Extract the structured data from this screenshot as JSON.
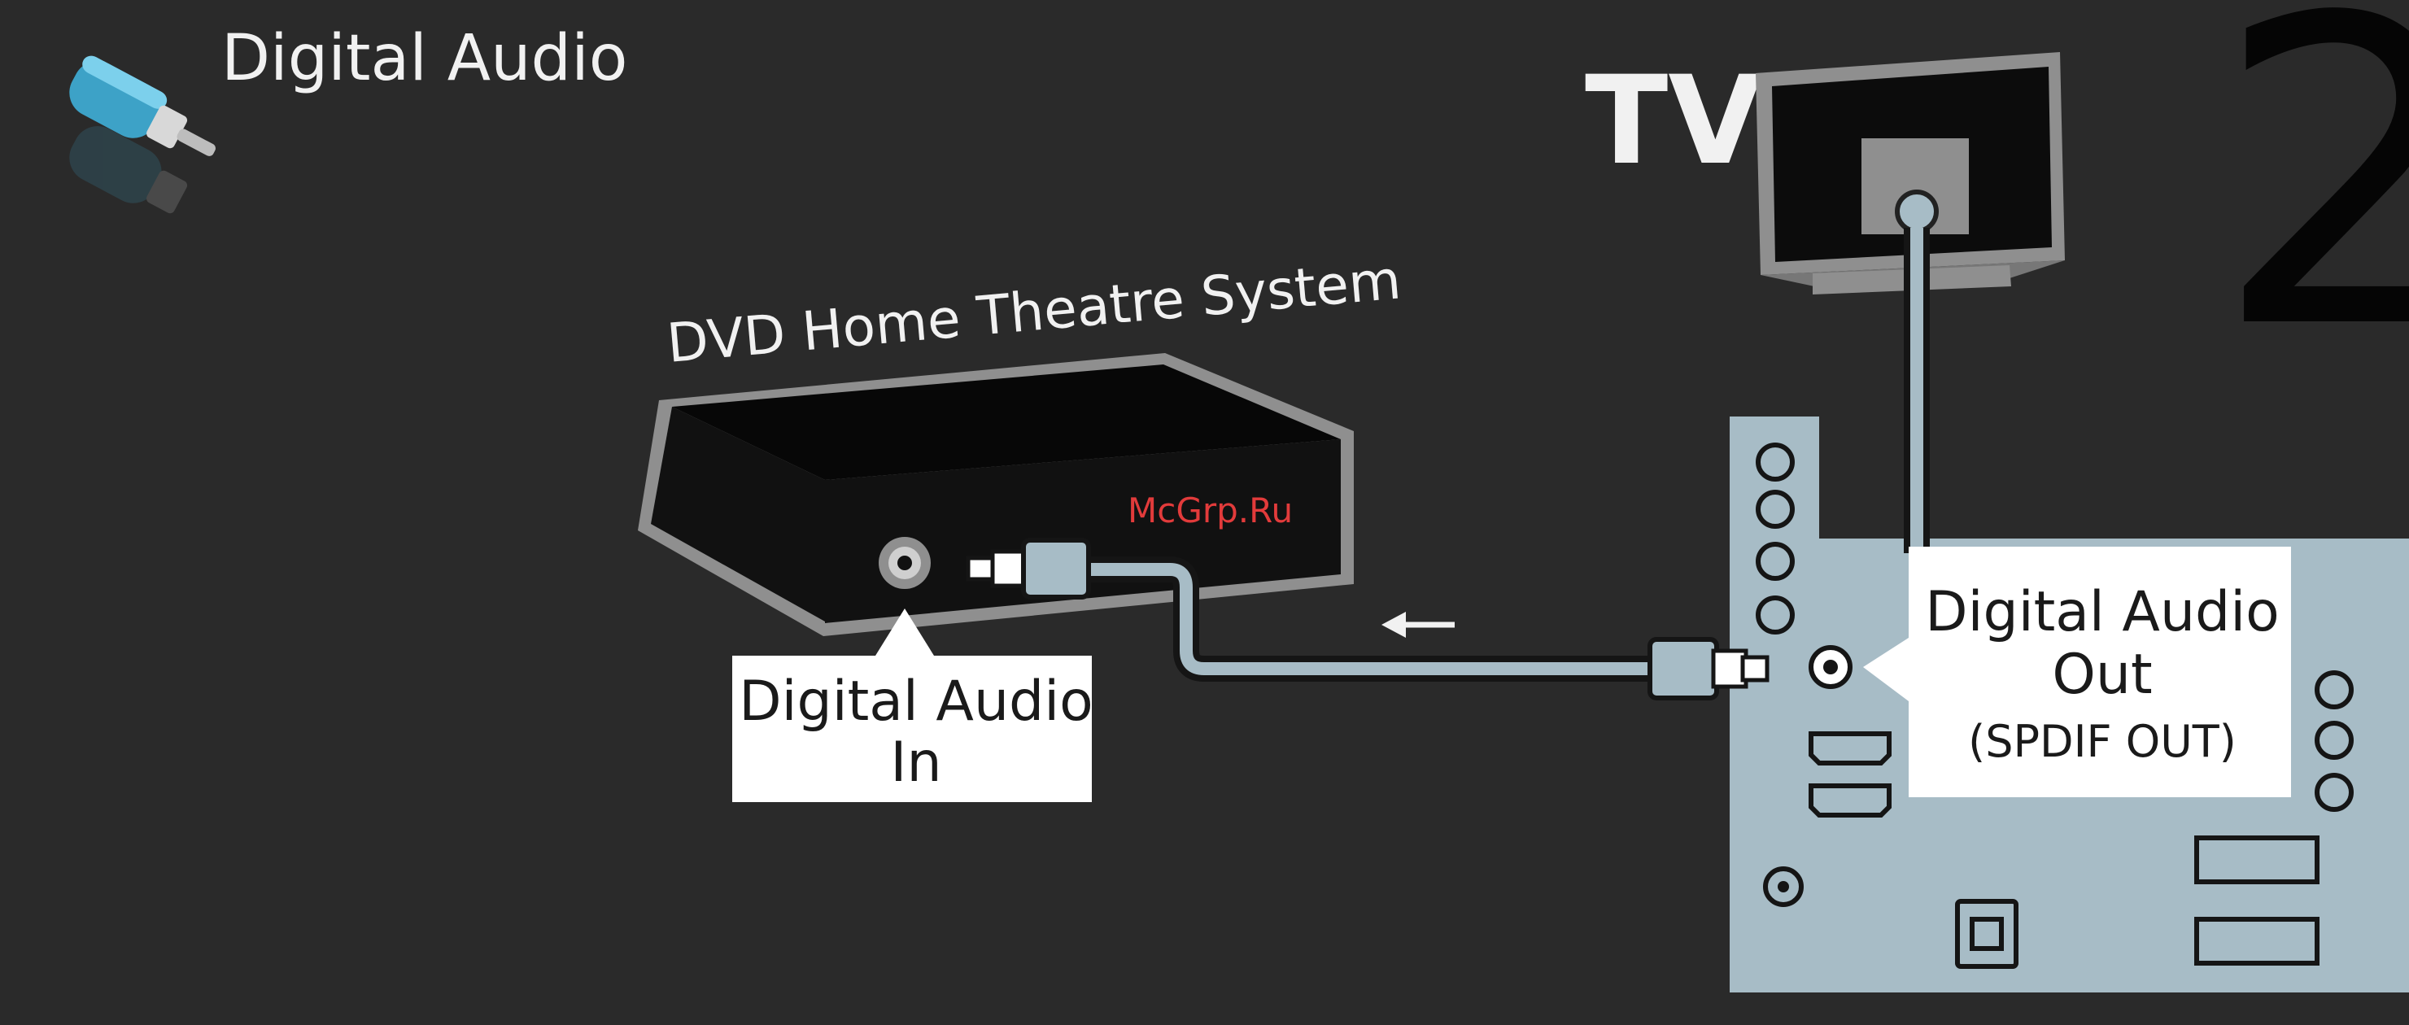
{
  "header": {
    "title": "Digital Audio",
    "step_number": "2",
    "icon": "rca-plug-icon"
  },
  "tv": {
    "label": "TV",
    "icon": "tv-icon"
  },
  "dvd": {
    "label": "DVD Home Theatre System"
  },
  "callout_in": {
    "line1": "Digital Audio",
    "line2": "In"
  },
  "callout_out": {
    "line1": "Digital Audio",
    "line2": "Out",
    "line3": "(SPDIF OUT)"
  },
  "watermark": "McGrp.Ru",
  "arrow_icon": "arrow-left-icon",
  "colors": {
    "background": "#2a2a2a",
    "panel": "#a7bcc6",
    "device_outline": "#8f8f8f",
    "device_body": "#0c0c0c",
    "callout": "#ffffff",
    "watermark": "#e23b3b",
    "text": "#f1f1f1"
  }
}
